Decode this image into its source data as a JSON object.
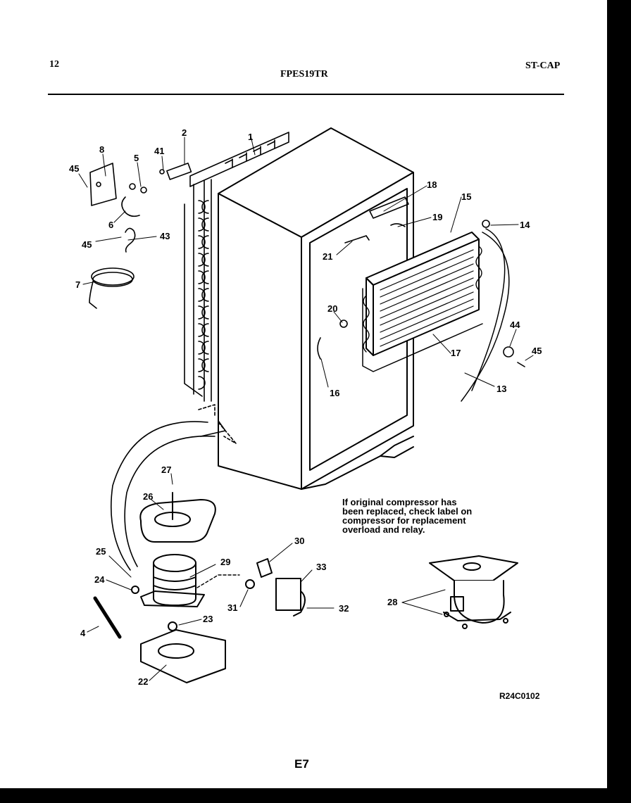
{
  "header": {
    "page_number": "12",
    "model": "FPES19TR",
    "section": "ST-CAP"
  },
  "callouts": {
    "c1": "1",
    "c2": "2",
    "c4": "4",
    "c5": "5",
    "c6": "6",
    "c7": "7",
    "c8": "8",
    "c13": "13",
    "c14": "14",
    "c15": "15",
    "c16": "16",
    "c17": "17",
    "c18": "18",
    "c19": "19",
    "c20": "20",
    "c21": "21",
    "c22": "22",
    "c23": "23",
    "c24": "24",
    "c25": "25",
    "c26": "26",
    "c27": "27",
    "c28": "28",
    "c29": "29",
    "c30": "30",
    "c31": "31",
    "c32": "32",
    "c33": "33",
    "c41": "41",
    "c43": "43",
    "c44": "44",
    "c45a": "45",
    "c45b": "45",
    "c45c": "45"
  },
  "note": [
    "If original compressor has",
    "been replaced, check label on",
    "compressor for replacement",
    "overload and relay."
  ],
  "footer": {
    "figure_code": "R24C0102",
    "page_code": "E7"
  }
}
